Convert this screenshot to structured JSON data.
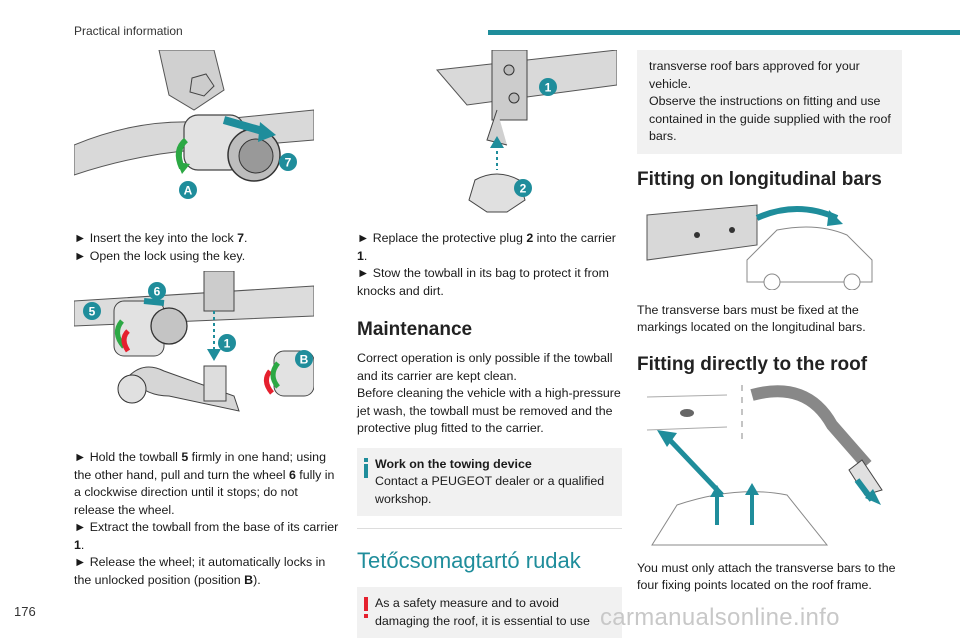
{
  "header": {
    "section": "Practical information"
  },
  "page_number": "176",
  "watermark": "carmanualsonline.info",
  "illustration_labels": {
    "a": "A",
    "b": "B",
    "one": "1",
    "two": "2",
    "five": "5",
    "six": "6",
    "seven": "7"
  },
  "col1": {
    "step_insert": "► Insert the key into the lock ",
    "step_insert_num": "7",
    "step_insert_end": ".",
    "step_open": "► Open the lock using the key.",
    "hold_a": "► Hold the towball ",
    "hold_num5": "5",
    "hold_b": " firmly in one hand; using the other hand, pull and turn the wheel ",
    "hold_num6": "6",
    "hold_c": " fully in a clockwise direction until it stops; do not release the wheel.",
    "extract_a": "► Extract the towball from the base of its carrier ",
    "extract_num": "1",
    "extract_end": ".",
    "release_a": "► Release the wheel; it automatically locks in the unlocked position (position ",
    "release_pos": "B",
    "release_end": ")."
  },
  "col2": {
    "replace_a": "► Replace the protective plug ",
    "replace_num2": "2",
    "replace_b": " into the carrier ",
    "replace_num1": "1",
    "replace_end": ".",
    "stow": "► Stow the towball in its bag to protect it from knocks and dirt.",
    "maintenance_title": "Maintenance",
    "maintenance_p1": "Correct operation is only possible if the towball and its carrier are kept clean.",
    "maintenance_p2": "Before cleaning the vehicle with a high-pressure jet wash, the towball must be removed and the protective plug fitted to the carrier.",
    "info_title": "Work on the towing device",
    "info_text": "Contact a PEUGEOT dealer or a qualified workshop.",
    "roof_title": "Tetőcsomagtartó rudak",
    "warn_text": "As a safety measure and to avoid damaging the roof, it is essential to use"
  },
  "col3": {
    "box_text1": "transverse roof bars approved for your vehicle.",
    "box_text2": "Observe the instructions on fitting and use contained in the guide supplied with the roof bars.",
    "longitudinal_title": "Fitting on longitudinal bars",
    "longitudinal_text": "The transverse bars must be fixed at the markings located on the longitudinal bars.",
    "direct_title": "Fitting directly to the roof",
    "direct_text": "You must only attach the transverse bars to the four fixing points located on the roof frame."
  },
  "colors": {
    "accent": "#1f8d9b",
    "warning": "#e5202e",
    "green_arrow": "#2ca844",
    "box_bg": "#f1f1f1"
  }
}
